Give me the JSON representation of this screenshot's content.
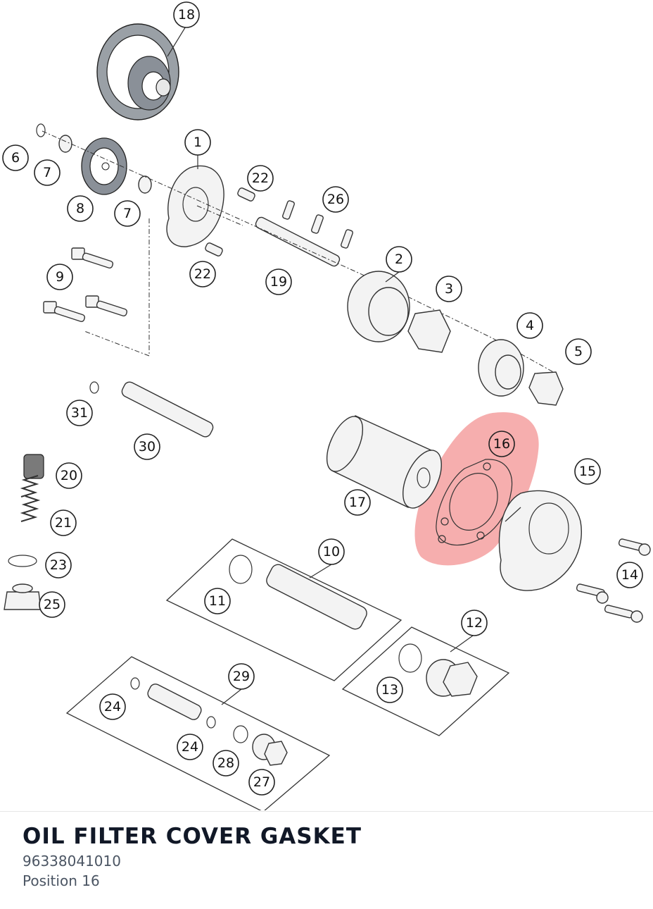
{
  "part": {
    "title": "OIL FILTER COVER GASKET",
    "number": "96338041010",
    "position": "Position 16"
  },
  "highlight": {
    "position": "16",
    "color": "#f28b8b"
  },
  "callouts": [
    "18",
    "1",
    "6",
    "7",
    "8",
    "7",
    "22",
    "26",
    "9",
    "22",
    "19",
    "2",
    "3",
    "4",
    "5",
    "31",
    "30",
    "16",
    "15",
    "20",
    "17",
    "21",
    "10",
    "23",
    "14",
    "11",
    "25",
    "12",
    "29",
    "24",
    "13",
    "24",
    "28",
    "27"
  ]
}
